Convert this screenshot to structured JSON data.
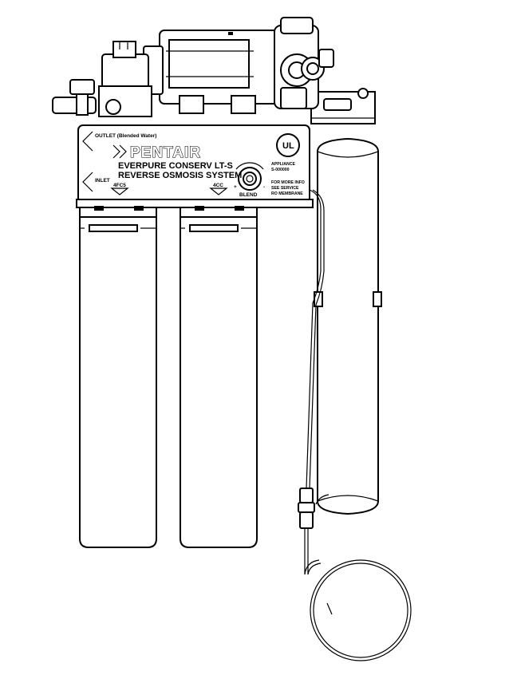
{
  "panel": {
    "outlet_label": "OUTLET (Blended Water)",
    "inlet_label": "INLET",
    "brand": "PENTAIR",
    "model_line1": "EVERPURE   CONSERV LT-S",
    "model_line2": "REVERSE OSMOSIS SYSTEM",
    "prefilter_label": "4FC5",
    "postfilter_label": "4CC",
    "blend_label": "BLEND",
    "blend_plus": "+",
    "blend_minus": "-",
    "ul_mark": "UL",
    "appliance_line1": "APPLIANCE",
    "appliance_line2": "S-000000",
    "info_line1": "FOR MORE INFO",
    "info_line2": "SEE SERVICE",
    "info_line3": "RO MEMBRANE"
  },
  "colors": {
    "line": "#000000",
    "background": "#ffffff"
  }
}
